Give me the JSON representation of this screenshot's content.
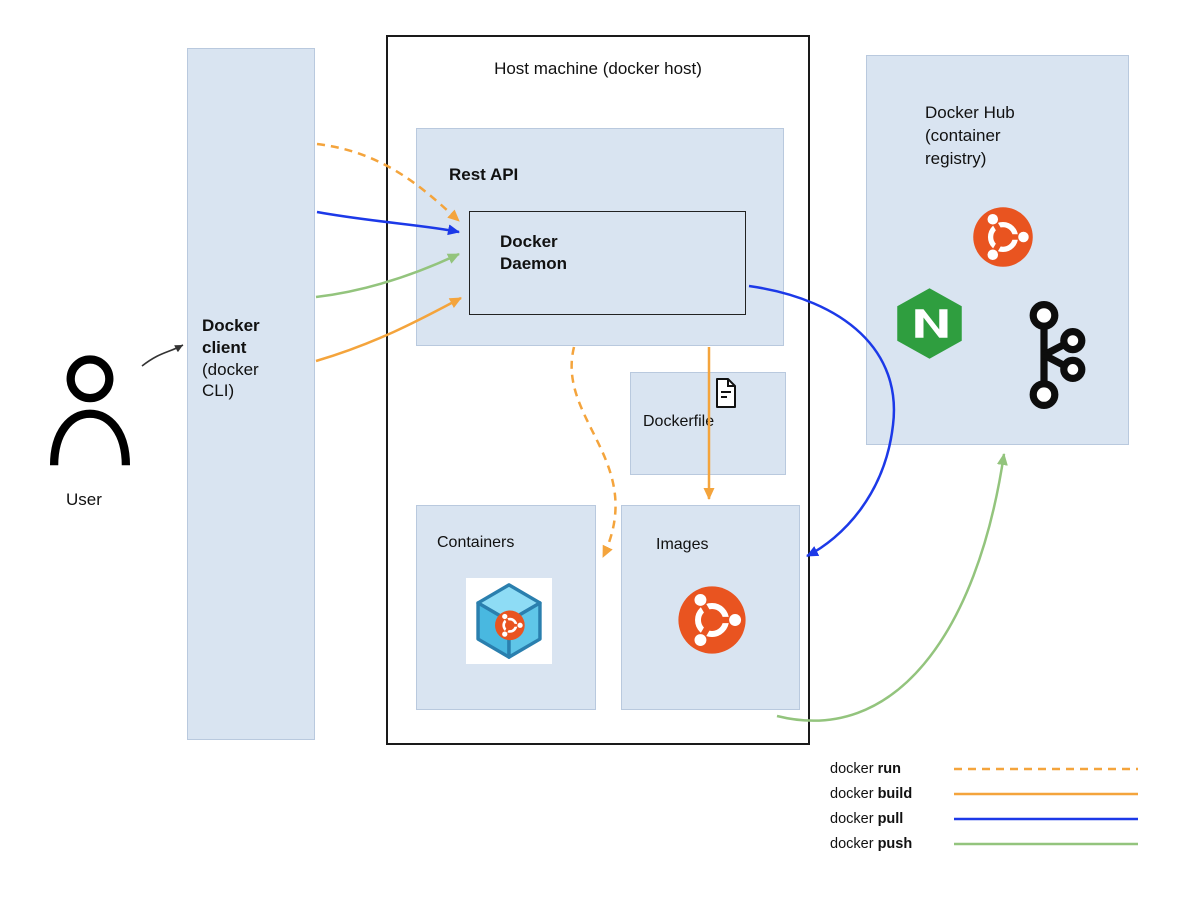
{
  "diagram": {
    "user": {
      "label": "User"
    },
    "docker_client": {
      "title": "Docker client",
      "subtitle": "(docker CLI)"
    },
    "host": {
      "title": "Host machine (docker host)"
    },
    "rest_api": {
      "title": "Rest API"
    },
    "docker_daemon": {
      "title": "Docker Daemon"
    },
    "dockerfile": {
      "title": "Dockerfile"
    },
    "containers": {
      "title": "Containers"
    },
    "images": {
      "title": "Images"
    },
    "docker_hub": {
      "title": "Docker Hub",
      "subtitle": "(container registry)"
    }
  },
  "legend": {
    "items": [
      {
        "prefix": "docker ",
        "command": "run",
        "style": "dashed"
      },
      {
        "prefix": "docker ",
        "command": "build",
        "style": "solid"
      },
      {
        "prefix": "docker ",
        "command": "pull",
        "style": "solid"
      },
      {
        "prefix": "docker ",
        "command": "push",
        "style": "solid"
      }
    ]
  },
  "colors": {
    "box_fill": "#d9e4f1",
    "arrow_orange": "#f4a43c",
    "arrow_blue": "#1c39e8",
    "arrow_green": "#93c47d",
    "connector_black": "#333333",
    "ubuntu_orange": "#e95420",
    "nginx_green": "#2f9e3f",
    "kafka_black": "#0d0d0d",
    "container_cube_blue": "#5fc6e8"
  },
  "icons": {
    "user": "user-icon",
    "dockerfile": "document-icon",
    "containers": "container-cube-icon",
    "images": "ubuntu-logo-icon",
    "docker_hub_logos": [
      "nginx-logo-icon",
      "ubuntu-logo-icon",
      "kafka-logo-icon"
    ]
  }
}
